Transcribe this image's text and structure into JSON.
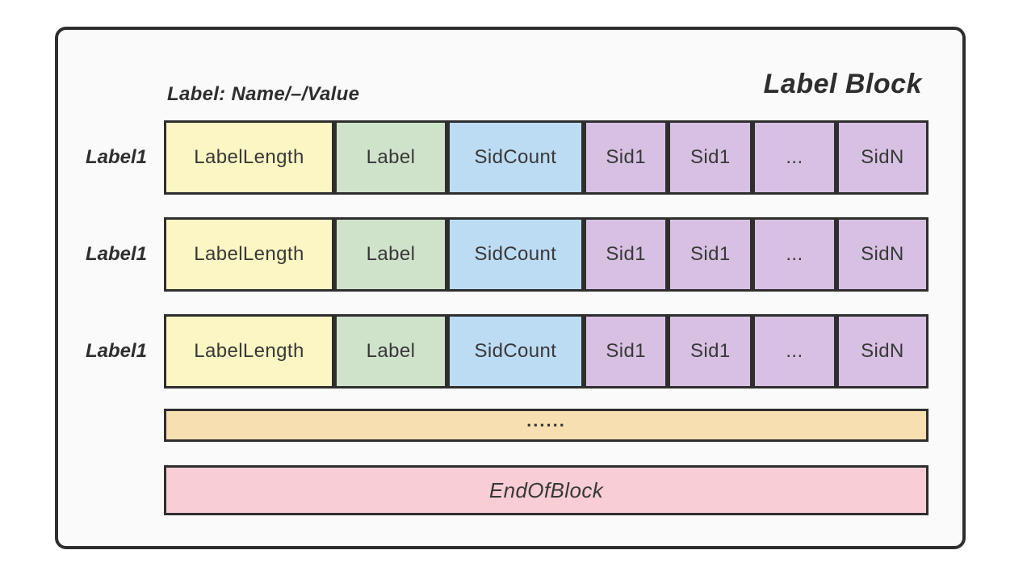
{
  "header": {
    "title": "Label Block",
    "subtitle": "Label: Name/–/Value"
  },
  "rows": [
    {
      "label": "Label1",
      "cells": [
        "LabelLength",
        "Label",
        "SidCount",
        "Sid1",
        "Sid1",
        "...",
        "SidN"
      ]
    },
    {
      "label": "Label1",
      "cells": [
        "LabelLength",
        "Label",
        "SidCount",
        "Sid1",
        "Sid1",
        "...",
        "SidN"
      ]
    },
    {
      "label": "Label1",
      "cells": [
        "LabelLength",
        "Label",
        "SidCount",
        "Sid1",
        "Sid1",
        "...",
        "SidN"
      ]
    }
  ],
  "bars": {
    "ellipsis": "......",
    "end_of_block": "EndOfBlock"
  },
  "colors": {
    "cell_yellow": "#fbf6c3",
    "cell_green": "#cfe3ca",
    "cell_blue": "#bcdcf4",
    "cell_purple": "#d8c0e2",
    "bar_orange": "#f8dfb1",
    "bar_pink": "#f8cdd5",
    "border": "#2e2e2e",
    "panel_background": "#fafafa"
  }
}
